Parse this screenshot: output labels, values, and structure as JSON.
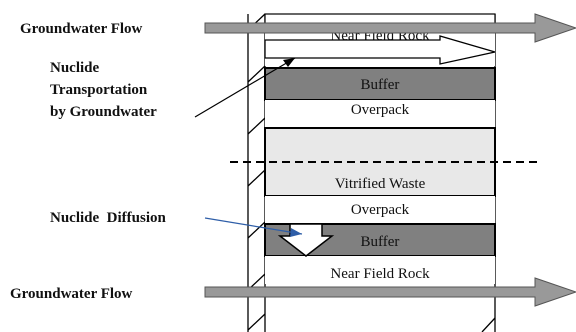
{
  "labels": {
    "groundwater_flow_top": "Groundwater Flow",
    "groundwater_flow_bottom": "Groundwater Flow",
    "nuclide_transport_line1": "Nuclide",
    "nuclide_transport_line2": "Transportation",
    "nuclide_transport_line3": "by Groundwater",
    "nuclide_diffusion": "Nuclide  Diffusion"
  },
  "layers": [
    {
      "name": "Near Field Rock",
      "fill": "#ffffff"
    },
    {
      "name": "Buffer",
      "fill": "#808080"
    },
    {
      "name": "Overpack",
      "fill": "#ffffff"
    },
    {
      "name": "Vitrified Waste",
      "fill": "#e8e8e8"
    },
    {
      "name": "Overpack",
      "fill": "#ffffff"
    },
    {
      "name": "Buffer",
      "fill": "#808080"
    },
    {
      "name": "Near Field Rock",
      "fill": "#ffffff"
    }
  ],
  "colors": {
    "flow_arrow": "#999999",
    "diffusion_pointer": "#2e5ea8",
    "outline": "#000000"
  }
}
